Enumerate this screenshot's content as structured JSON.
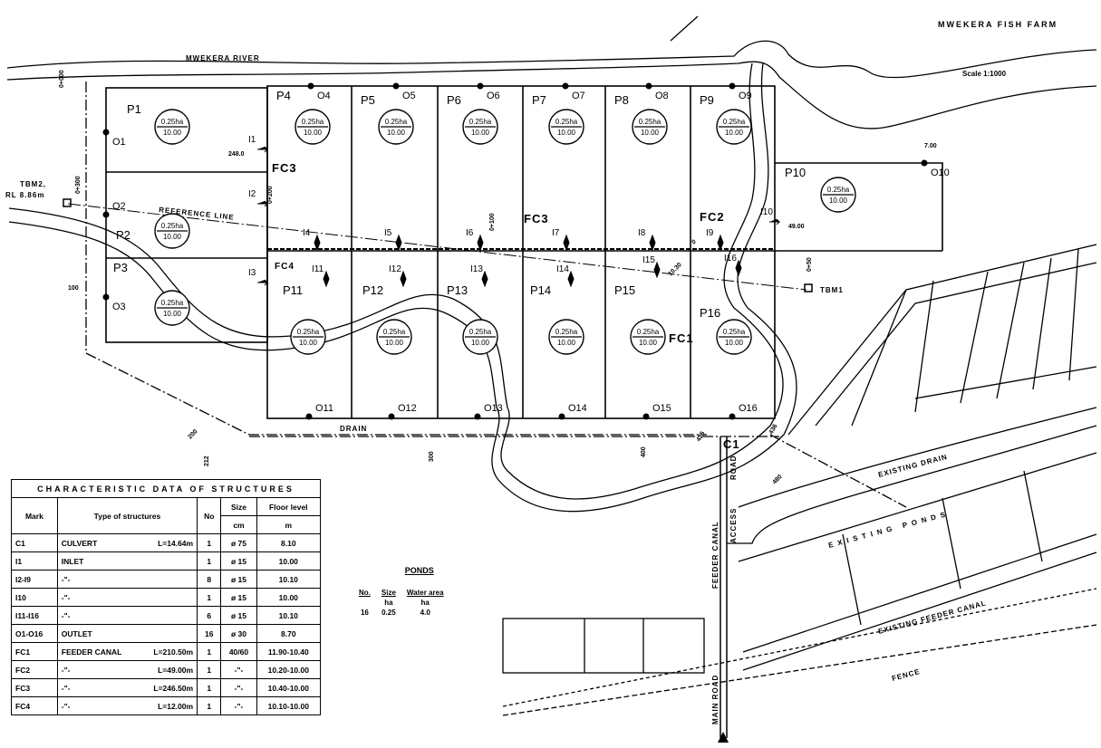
{
  "title": "MWEKERA FISH FARM",
  "scale": "Scale 1:1000",
  "labels": {
    "river": "MWEKERA RIVER",
    "reference_line": "REFERENCE LINE",
    "drain": "DRAIN",
    "existing_drain": "EXISTING DRAIN",
    "existing_ponds": "EXISTING PONDS",
    "existing_feeder_canal": "EXISTING FEEDER CANAL",
    "fence": "FENCE",
    "feeder_canal": "FEEDER CANAL",
    "access": "ACCESS",
    "road": "ROAD",
    "main_road": "MAIN ROAD",
    "tbm1": "TBM1",
    "tbm2": "TBM2,",
    "tbm2_rl": "RL 8.86m",
    "culvert": "C1",
    "fc1": "FC1",
    "fc2": "FC2",
    "fc3a": "FC3",
    "fc3b": "FC3",
    "fc4": "FC4"
  },
  "chainages": [
    "0+000",
    "0+100",
    "0+200",
    "0+300",
    "100",
    "200",
    "212",
    "300",
    "400",
    "425",
    "436",
    "480",
    "0",
    "0+50",
    "49.00",
    "248.0",
    "10.30",
    "7.00"
  ],
  "pond_size": "0.25ha",
  "pond_level": "10.00",
  "ponds": [
    "P1",
    "P2",
    "P3",
    "P4",
    "P5",
    "P6",
    "P7",
    "P8",
    "P9",
    "P10",
    "P11",
    "P12",
    "P13",
    "P14",
    "P15",
    "P16"
  ],
  "outlets": [
    "O1",
    "O2",
    "O3",
    "O4",
    "O5",
    "O6",
    "O7",
    "O8",
    "O9",
    "O10",
    "O11",
    "O12",
    "O13",
    "O14",
    "O15",
    "O16"
  ],
  "inlets": [
    "I1",
    "I2",
    "I3",
    "I4",
    "I5",
    "I6",
    "I7",
    "I8",
    "I9",
    "I10",
    "I11",
    "I12",
    "I13",
    "I14",
    "I15",
    "I16"
  ],
  "structures_table": {
    "title": "CHARACTERISTIC DATA OF STRUCTURES",
    "headers": [
      "Mark",
      "Type of structures",
      "No",
      "Size",
      "Floor level"
    ],
    "units": [
      "cm",
      "m"
    ],
    "rows": [
      {
        "mark": "C1",
        "type": "CULVERT",
        "length": "L=14.64m",
        "no": "1",
        "size": "ø 75",
        "floor": "8.10"
      },
      {
        "mark": "I1",
        "type": "INLET",
        "length": "",
        "no": "1",
        "size": "ø 15",
        "floor": "10.00"
      },
      {
        "mark": "I2-I9",
        "type": "-\"-",
        "length": "",
        "no": "8",
        "size": "ø 15",
        "floor": "10.10"
      },
      {
        "mark": "I10",
        "type": "-\"-",
        "length": "",
        "no": "1",
        "size": "ø 15",
        "floor": "10.00"
      },
      {
        "mark": "I11-I16",
        "type": "-\"-",
        "length": "",
        "no": "6",
        "size": "ø 15",
        "floor": "10.10"
      },
      {
        "mark": "O1-O16",
        "type": "OUTLET",
        "length": "",
        "no": "16",
        "size": "ø 30",
        "floor": "8.70"
      },
      {
        "mark": "FC1",
        "type": "FEEDER CANAL",
        "length": "L=210.50m",
        "no": "1",
        "size": "40/60",
        "floor": "11.90-10.40"
      },
      {
        "mark": "FC2",
        "type": "-\"-",
        "length": "L=49.00m",
        "no": "1",
        "size": "-\"-",
        "floor": "10.20-10.00"
      },
      {
        "mark": "FC3",
        "type": "-\"-",
        "length": "L=246.50m",
        "no": "1",
        "size": "-\"-",
        "floor": "10.40-10.00"
      },
      {
        "mark": "FC4",
        "type": "-\"-",
        "length": "L=12.00m",
        "no": "1",
        "size": "-\"-",
        "floor": "10.10-10.00"
      }
    ]
  },
  "ponds_summary": {
    "title": "PONDS",
    "headers": [
      "No.",
      "Size",
      "Water area"
    ],
    "units": [
      "",
      "ha",
      "ha"
    ],
    "values": [
      "16",
      "0.25",
      "4.0"
    ]
  }
}
